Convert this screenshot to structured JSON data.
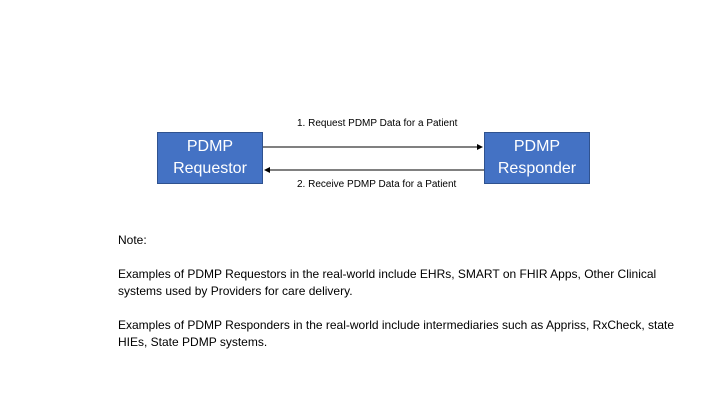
{
  "diagram": {
    "nodes": {
      "requestor": {
        "line1": "PDMP",
        "line2": "Requestor"
      },
      "responder": {
        "line1": "PDMP",
        "line2": "Responder"
      }
    },
    "edges": {
      "request": {
        "label": "1. Request PDMP Data for a Patient"
      },
      "receive": {
        "label": "2. Receive PDMP Data for a Patient"
      }
    },
    "colors": {
      "node_fill": "#4472c4",
      "node_border": "#2f528f",
      "edge": "#000000"
    }
  },
  "notes": {
    "heading": "Note:",
    "requestors": "Examples of PDMP Requestors in the real-world include EHRs, SMART on FHIR Apps, Other Clinical systems used by Providers for care delivery.",
    "responders": "Examples of PDMP Responders in the real-world include intermediaries such as Appriss, RxCheck, state HIEs, State PDMP systems."
  }
}
